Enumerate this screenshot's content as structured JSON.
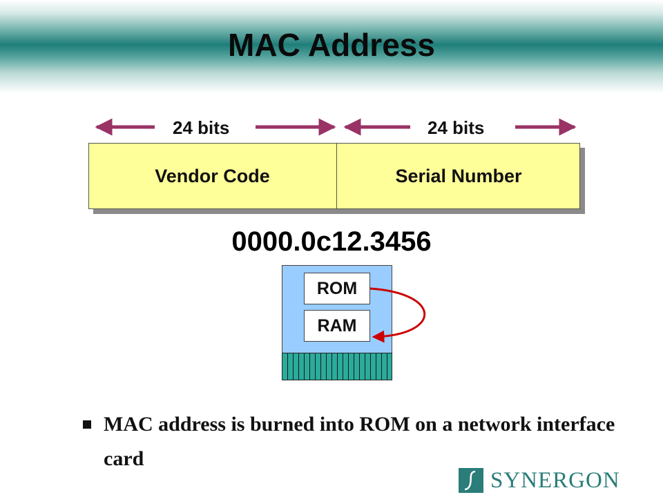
{
  "slide": {
    "title": "MAC Address"
  },
  "address": {
    "left_bits_label": "24 bits",
    "right_bits_label": "24 bits",
    "left_field": "Vendor Code",
    "right_field": "Serial Number",
    "example_value": "0000.0c12.3456"
  },
  "nic": {
    "rom_label": "ROM",
    "ram_label": "RAM"
  },
  "bullets": [
    {
      "text": "MAC address is burned into ROM on a network interface card"
    }
  ],
  "logo": {
    "text": "SYNERGON",
    "icon": "swash-icon"
  },
  "colors": {
    "arrow": "#993366",
    "field_fill": "#ffff99",
    "card_fill": "#99ccff",
    "connector_fill": "#2bab9b",
    "copy_arrow": "#cc0000",
    "brand": "#2a7d78"
  }
}
